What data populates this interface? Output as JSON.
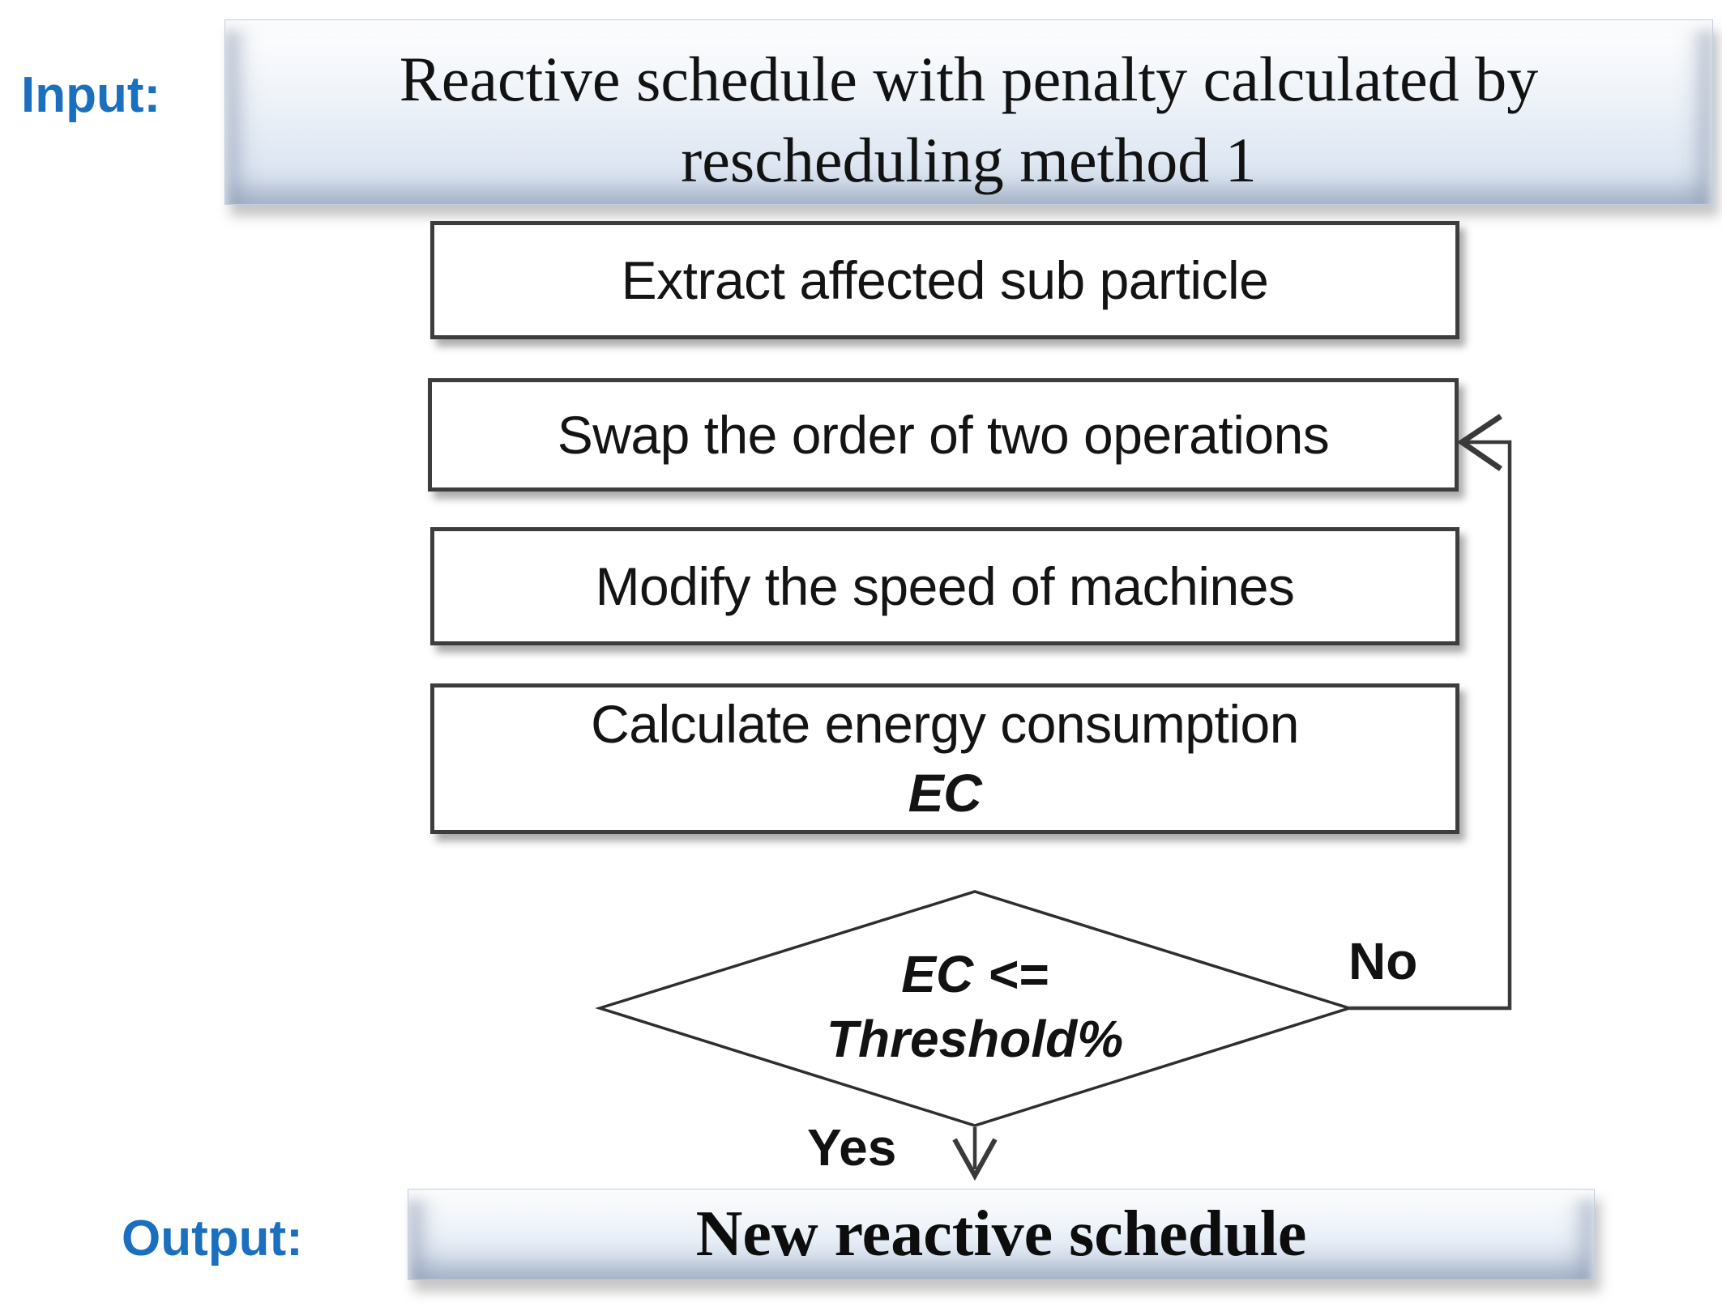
{
  "flowchart": {
    "input_label": "Input:",
    "output_label": "Output:",
    "input_box": {
      "line1": "Reactive schedule with penalty calculated by",
      "line2": "rescheduling method 1"
    },
    "steps": {
      "extract": "Extract affected sub particle",
      "swap": "Swap the order of two operations",
      "modify": "Modify the speed of machines",
      "calculate": {
        "line1": "Calculate energy consumption",
        "line2": "EC"
      }
    },
    "decision": {
      "line1": "EC <=",
      "line2": "Threshold%"
    },
    "branch_no": "No",
    "branch_yes": "Yes",
    "output_box": "New reactive schedule"
  },
  "colors": {
    "label_blue": "#1a70bf",
    "process_border": "#3d3d3d",
    "connector": "#3a3a3a",
    "bevel_top": "#ffffff",
    "bevel_bottom": "#d5dfee"
  }
}
